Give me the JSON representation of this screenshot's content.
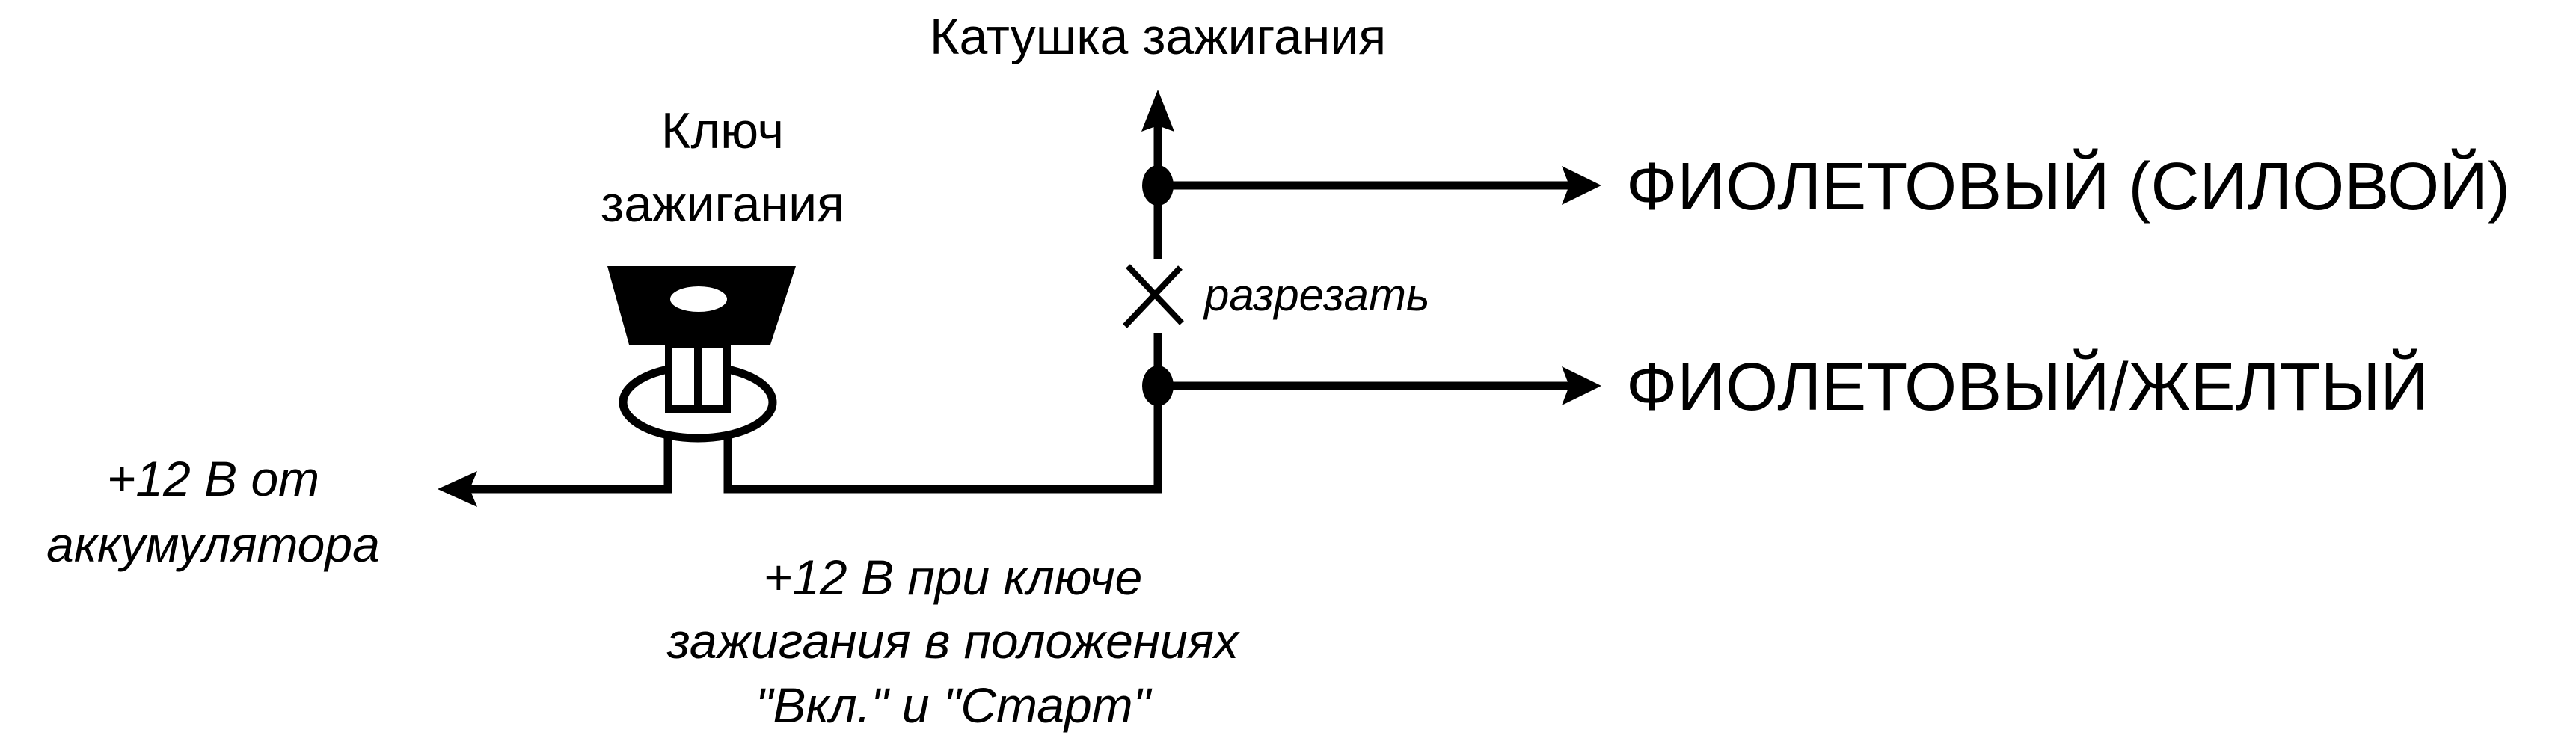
{
  "labels": {
    "ignition_coil": "Катушка зажигания",
    "ignition_key_line1": "Ключ",
    "ignition_key_line2": "зажигания",
    "cut": "разрезать",
    "wire_violet_power": "ФИОЛЕТОВЫЙ (СИЛОВОЙ)",
    "wire_violet_yellow": "ФИОЛЕТОВЫЙ/ЖЕЛТЫЙ",
    "battery_line1": "+12 В от",
    "battery_line2": "аккумулятора",
    "key_on_line1": "+12 В при ключе",
    "key_on_line2": "зажигания в положениях",
    "key_on_line3": "\"Вкл.\" и \"Старт\""
  },
  "colors": {
    "line": "#000000",
    "background": "#ffffff"
  }
}
